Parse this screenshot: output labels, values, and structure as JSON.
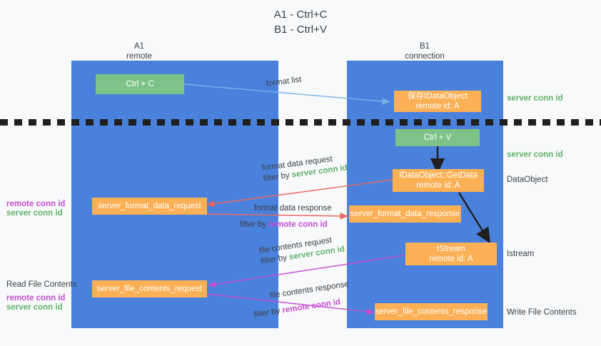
{
  "title": {
    "line1": "A1 - Ctrl+C",
    "line2": "B1 - Ctrl+V"
  },
  "colors": {
    "lane": "#4a81dd",
    "green_box": "#7dc387",
    "orange_box": "#fcb055",
    "server_conn": "#5fb16a",
    "remote_conn": "#c34fd0",
    "arrow_blue": "#76b0e8",
    "arrow_red": "#e8685f",
    "arrow_magenta": "#c34fd0",
    "arrow_black": "#1f1f1f",
    "background": "#f8f9fa"
  },
  "lanes": [
    {
      "name": "A1",
      "sub": "remote"
    },
    {
      "name": "B1",
      "sub": "connection"
    }
  ],
  "boxes": {
    "ctrl_c": "Ctrl + C",
    "ctrl_v": "Ctrl + V",
    "save_idataobject_l1": "保存IDataObject",
    "save_idataobject_l2": "remote id: A",
    "getdata_l1": "IDataObject::GetData",
    "getdata_l2": "remote id: A",
    "istream_l1": "IStream",
    "istream_l2": "remote id: A",
    "server_format_data_request": "server_format_data_request",
    "server_format_data_response": "server_format_data_response",
    "server_file_contents_request": "server_file_contents_request",
    "server_file_contents_response": "server_file_contents_response"
  },
  "right_labels": {
    "server_conn_id_top": "server conn id",
    "server_conn_id_mid": "server conn id",
    "dataobject": "DataObject",
    "istream": "Istream",
    "write_file_contents": "Write File Contents"
  },
  "left_labels": {
    "remote_conn_id_1": "remote conn id",
    "server_conn_id_1": "server conn id",
    "read_file_contents": "Read File Contents",
    "remote_conn_id_2": "remote conn id",
    "server_conn_id_2": "server conn id"
  },
  "edges": {
    "format_list": "format list",
    "format_data_request": "format data request",
    "format_data_request_filter_pre": "filter by ",
    "format_data_request_filter_key": "server conn id",
    "format_data_response": "format data response",
    "format_data_response_filter_pre": "filter by ",
    "format_data_response_filter_key": "remote conn id",
    "file_contents_request": "file contents request",
    "file_contents_request_filter_pre": "filter by ",
    "file_contents_request_filter_key": "server conn id",
    "file_contents_response": "file contents response",
    "file_contents_response_filter_pre": "filter by ",
    "file_contents_response_filter_key": "remote conn id"
  }
}
